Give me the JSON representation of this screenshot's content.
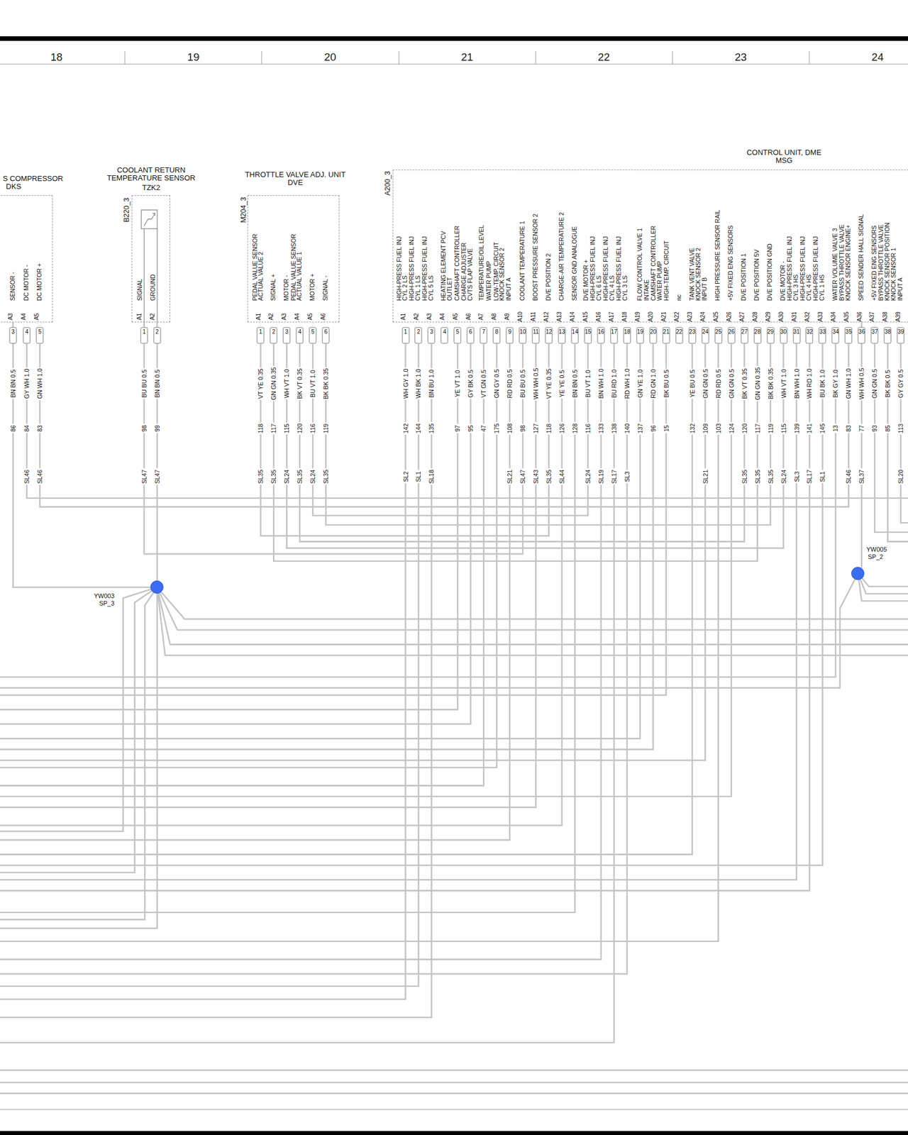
{
  "diagram": {
    "nodes": [
      {
        "text": [
          "S COMPRESSOR",
          "DKS"
        ]
      },
      {
        "text": [
          "COOLANT RETURN TEMPERATURE SENSOR",
          "TZK2"
        ]
      },
      {
        "text": [
          "THROTTLE VALVE ADJ. UNIT",
          "DVE"
        ]
      },
      {
        "text": [
          "CONTROL UNIT, DME",
          "MSG"
        ]
      },
      {
        "text": [
          "YW003",
          "SP_3"
        ]
      },
      {
        "text": [
          "YW005",
          "SP_2"
        ]
      }
    ],
    "edges": [
      {
        "from": 0,
        "to": 4,
        "arrow": "none"
      },
      {
        "from": 1,
        "to": 4,
        "arrow": "none"
      },
      {
        "from": 3,
        "to": 5,
        "arrow": "none"
      }
    ],
    "labels": [
      "18",
      "19",
      "20",
      "21",
      "22",
      "23",
      "24",
      "B220_3",
      "M204_3",
      "A200_3",
      "SENSOR -",
      "DC MOTOR -",
      "DC MOTOR +",
      "A3",
      "A4",
      "A5",
      "3",
      "4",
      "5",
      "BN BN 0.5",
      "GY WH 1.0",
      "GN WH 1.0",
      "86",
      "84",
      "83",
      "SL46",
      "SL46",
      "SIGNAL",
      "GROUND",
      "A1",
      "A2",
      "1",
      "2",
      "BU BU 0.5",
      "BN BN 0.5",
      "98",
      "99",
      "SL47",
      "SL47",
      "PEDAL VALUE SENSOR",
      "ACTUAL VALUE 2",
      "SIGNAL +",
      "MOTOR -",
      "PEDAL VALUE SENSOR",
      "ACTUAL VALUE 1",
      "MOTOR +",
      "SIGNAL -",
      "A1",
      "A2",
      "A3",
      "A4",
      "A5",
      "A6",
      "1",
      "2",
      "3",
      "4",
      "5",
      "6",
      "VT YE 0.35",
      "GN GN 0.35",
      "WH VT 1.0",
      "BK VT 0.35",
      "BU VT 1.0",
      "BK BK 0.35",
      "118",
      "117",
      "115",
      "120",
      "116",
      "119",
      "SL35",
      "SL35",
      "SL24",
      "SL35",
      "SL24",
      "SL35",
      "HIGH-PRESS FUEL INJ",
      "CYL 2 LS",
      "HIGH-PRESS FUEL INJ",
      "CYL 1 LS",
      "HIGH-PRESS FUEL INJ",
      "CYL 5 LS",
      "HEATING ELEMENT PCV",
      "OUTLET",
      "CAMSHAFT CONTROLLER",
      "CHARGE ADJUSTER",
      "CVTS FLAP VALVE",
      "TEMPERATURE/OIL LEVEL",
      "WATER PUMP",
      "LOW-TEMP. CIRCUIT",
      "KNOCK SENSOR 2",
      "INPUT A",
      "COOLANT TEMPERATURE 1",
      "BOOST PRESSURE SENSOR 2",
      "DVE POSITION 2",
      "CHARGE-AIR TEMPERATURE 2",
      "SENSOR GND ANALOGUE",
      "DVE MOTOR +",
      "HIGH-PRESS FUEL INJ",
      "CYL 6 LS",
      "HIGH-PRESS FUEL INJ",
      "CYL 4 LS",
      "HIGH-PRESS FUEL INJ",
      "CYL 3 LS",
      "FLOW CONTROL VALVE 1",
      "INTAKE",
      "CAMSHAFT CONTROLLER",
      "WATER PUMP",
      "HIGH-TEMP. CIRCUIT",
      "nc",
      "TANK VENT VALVE",
      "KNOCK SENSOR 2",
      "INPUT B",
      "HIGH PRESSURE SENSOR RAIL",
      "+5V FIXED ENG SENSORS",
      "DVE POSITION 1",
      "DVE POSITION 5V",
      "DVE POSITION GND",
      "DVE MOTOR -",
      "HIGH-PRESS FUEL INJ",
      "CYL 3 HS",
      "HIGH-PRESS FUEL INJ",
      "CYL 4 HS",
      "HIGH-PRESS FUEL INJ",
      "CYL 1 HS",
      "WATER VOLUME VALVE 3",
      "BYPASS THROTTLE VALVE",
      "KNOCK SENSOR ENGINE+",
      "SPEED SENDER HALL SIGNAL",
      "+5V FIXED ENG SENSORS",
      "BYPASS THROTTLE VALVE",
      "KNOCK SENSOR POSITION",
      "KNOCK SENSOR 1",
      "INPUT A",
      "A1",
      "A2",
      "A3",
      "A4",
      "A5",
      "A6",
      "A7",
      "A8",
      "A9",
      "A10",
      "A11",
      "A12",
      "A13",
      "A14",
      "A15",
      "A16",
      "A17",
      "A18",
      "A19",
      "A20",
      "A21",
      "A22",
      "A23",
      "A24",
      "A25",
      "A26",
      "A27",
      "A28",
      "A29",
      "A30",
      "A31",
      "A32",
      "A33",
      "A34",
      "A35",
      "A36",
      "A37",
      "A38",
      "A39",
      "1",
      "2",
      "3",
      "4",
      "5",
      "6",
      "7",
      "8",
      "9",
      "10",
      "11",
      "12",
      "13",
      "14",
      "15",
      "16",
      "17",
      "18",
      "19",
      "20",
      "21",
      "22",
      "23",
      "24",
      "25",
      "26",
      "27",
      "28",
      "29",
      "30",
      "31",
      "32",
      "33",
      "34",
      "35",
      "36",
      "37",
      "38",
      "39",
      "WH GY 1.0",
      "WH BK 1.0",
      "BN BU 1.0",
      "YE VT 1.0",
      "GY BK 0.5",
      "VT GN 0.5",
      "GN GY 0.5",
      "RD RD 0.5",
      "BU BU 0.5",
      "WH WH 0.5",
      "VT YE 0.35",
      "YE YE 0.5",
      "BN BN 0.5",
      "BU VT 1.0",
      "BN WH 1.0",
      "BU RD 1.0",
      "RD WH 1.0",
      "GN YE 1.0",
      "RD GN 1.0",
      "BK BU 0.5",
      "YE BU 0.5",
      "GN GN 0.5",
      "RD RD 0.5",
      "GN GN 0.5",
      "BK VT 0.35",
      "GN GN 0.35",
      "BK BK 0.35",
      "WH VT 1.0",
      "BN WH 1.0",
      "WH RD 1.0",
      "BU BK 1.0",
      "BK GY 1.0",
      "GN WH 1.0",
      "WH WH 0.5",
      "GN GN 0.5",
      "BK BK 0.5",
      "GY GY 0.5",
      "142",
      "144",
      "135",
      "97",
      "95",
      "47",
      "175",
      "108",
      "98",
      "127",
      "118",
      "126",
      "128",
      "116",
      "133",
      "138",
      "140",
      "137",
      "96",
      "15",
      "132",
      "109",
      "103",
      "124",
      "120",
      "117",
      "119",
      "115",
      "139",
      "141",
      "145",
      "13",
      "83",
      "77",
      "93",
      "85",
      "113",
      "SL2",
      "SL1",
      "SL18",
      "SL21",
      "SL47",
      "SL43",
      "SL35",
      "SL44",
      "SL24",
      "SL19",
      "SL17",
      "SL3",
      "SL21",
      "SL35",
      "SL35",
      "SL35",
      "SL24",
      "SL3",
      "SL17",
      "SL1",
      "SL46",
      "SL37",
      "SL20"
    ]
  }
}
